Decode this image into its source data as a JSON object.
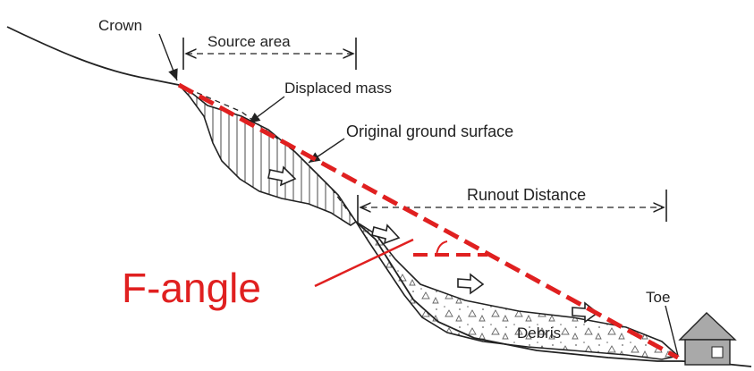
{
  "labels": {
    "crown": "Crown",
    "source_area": "Source area",
    "displaced_mass": "Displaced mass",
    "original_ground_surface": "Original ground surface",
    "runout_distance": "Runout Distance",
    "f_angle": "F-angle",
    "toe": "Toe",
    "debris": "Debris"
  },
  "colors": {
    "line": "#222222",
    "accent": "#e02020",
    "house_fill": "#a9a9a9"
  }
}
